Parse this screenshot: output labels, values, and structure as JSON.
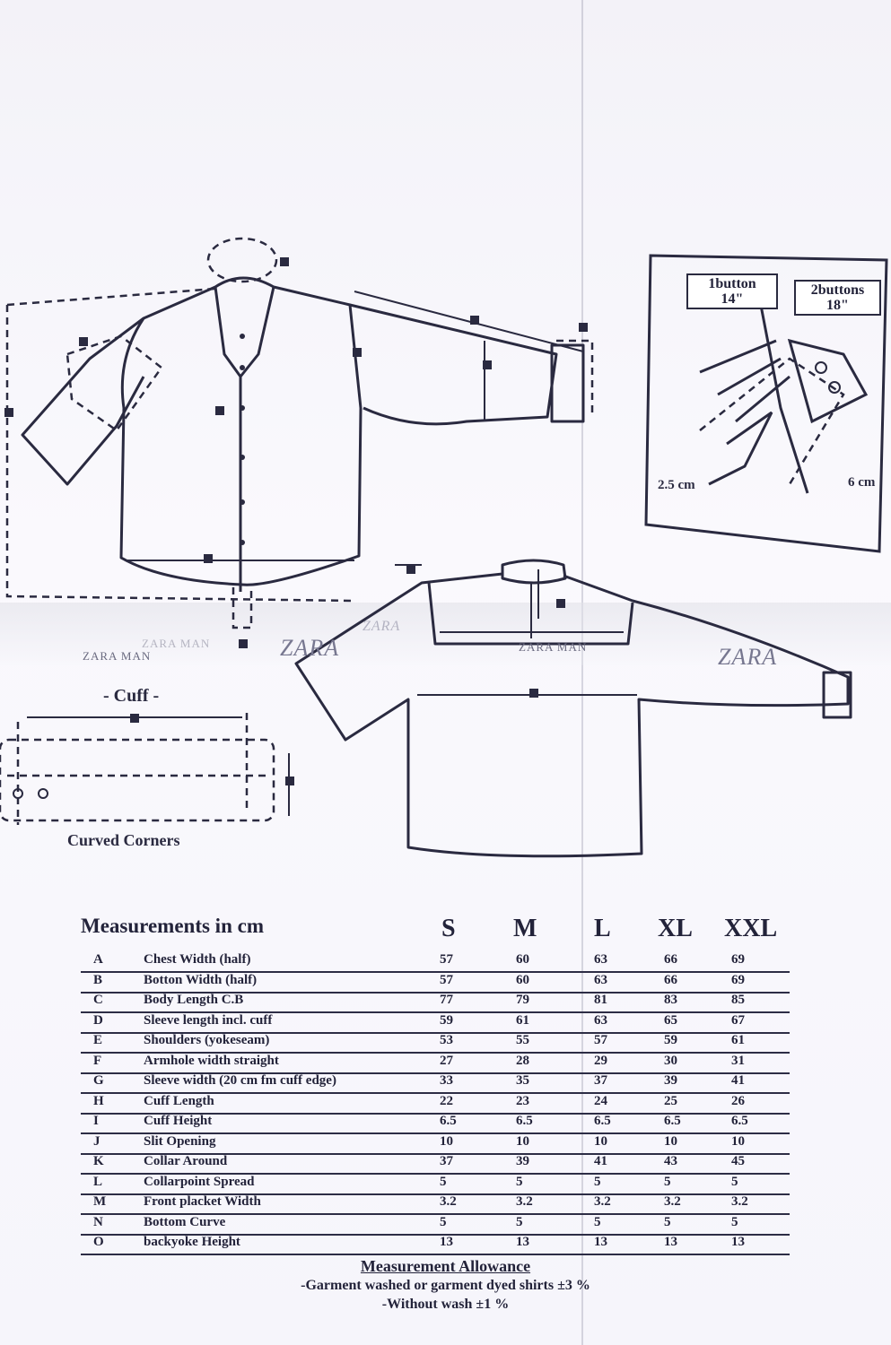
{
  "brand": {
    "small_labels": [
      "ZARA MAN",
      "ZARA MAN",
      "ZARA MAN"
    ],
    "big_labels": [
      "ZARA",
      "ZARA",
      "ZARA"
    ]
  },
  "cuff": {
    "title": "- Cuff -",
    "corner_label": "Curved Corners"
  },
  "button_box": {
    "one_button": {
      "line1": "1button",
      "line2": "14\""
    },
    "two_buttons": {
      "line1": "2buttons",
      "line2": "18\""
    },
    "left_measure": "2.5 cm",
    "right_measure": "6 cm"
  },
  "table": {
    "heading": "Measurements in cm",
    "sizes": [
      "S",
      "M",
      "L",
      "XL",
      "XXL"
    ],
    "rows": [
      {
        "code": "A",
        "name": "Chest Width (half)",
        "values": [
          "57",
          "60",
          "63",
          "66",
          "69"
        ]
      },
      {
        "code": "B",
        "name": "Botton Width (half)",
        "values": [
          "57",
          "60",
          "63",
          "66",
          "69"
        ]
      },
      {
        "code": "C",
        "name": "Body Length C.B",
        "values": [
          "77",
          "79",
          "81",
          "83",
          "85"
        ]
      },
      {
        "code": "D",
        "name": "Sleeve length incl. cuff",
        "values": [
          "59",
          "61",
          "63",
          "65",
          "67"
        ]
      },
      {
        "code": "E",
        "name": "Shoulders (yokeseam)",
        "values": [
          "53",
          "55",
          "57",
          "59",
          "61"
        ]
      },
      {
        "code": "F",
        "name": "Armhole width straight",
        "values": [
          "27",
          "28",
          "29",
          "30",
          "31"
        ]
      },
      {
        "code": "G",
        "name": "Sleeve width (20 cm fm cuff edge)",
        "values": [
          "33",
          "35",
          "37",
          "39",
          "41"
        ]
      },
      {
        "code": "H",
        "name": "Cuff Length",
        "values": [
          "22",
          "23",
          "24",
          "25",
          "26"
        ]
      },
      {
        "code": "I",
        "name": "Cuff Height",
        "values": [
          "6.5",
          "6.5",
          "6.5",
          "6.5",
          "6.5"
        ]
      },
      {
        "code": "J",
        "name": "Slit Opening",
        "values": [
          "10",
          "10",
          "10",
          "10",
          "10"
        ]
      },
      {
        "code": "K",
        "name": "Collar Around",
        "values": [
          "37",
          "39",
          "41",
          "43",
          "45"
        ]
      },
      {
        "code": "L",
        "name": "Collarpoint Spread",
        "values": [
          "5",
          "5",
          "5",
          "5",
          "5"
        ]
      },
      {
        "code": "M",
        "name": "Front placket Width",
        "values": [
          "3.2",
          "3.2",
          "3.2",
          "3.2",
          "3.2"
        ]
      },
      {
        "code": "N",
        "name": "Bottom Curve",
        "values": [
          "5",
          "5",
          "5",
          "5",
          "5"
        ]
      },
      {
        "code": "O",
        "name": "backyoke Height",
        "values": [
          "13",
          "13",
          "13",
          "13",
          "13"
        ]
      }
    ]
  },
  "allowance": {
    "title": "Measurement Allowance",
    "line1": "-Garment washed or garment dyed shirts ±3 %",
    "line2": "-Without wash ±1 %"
  }
}
